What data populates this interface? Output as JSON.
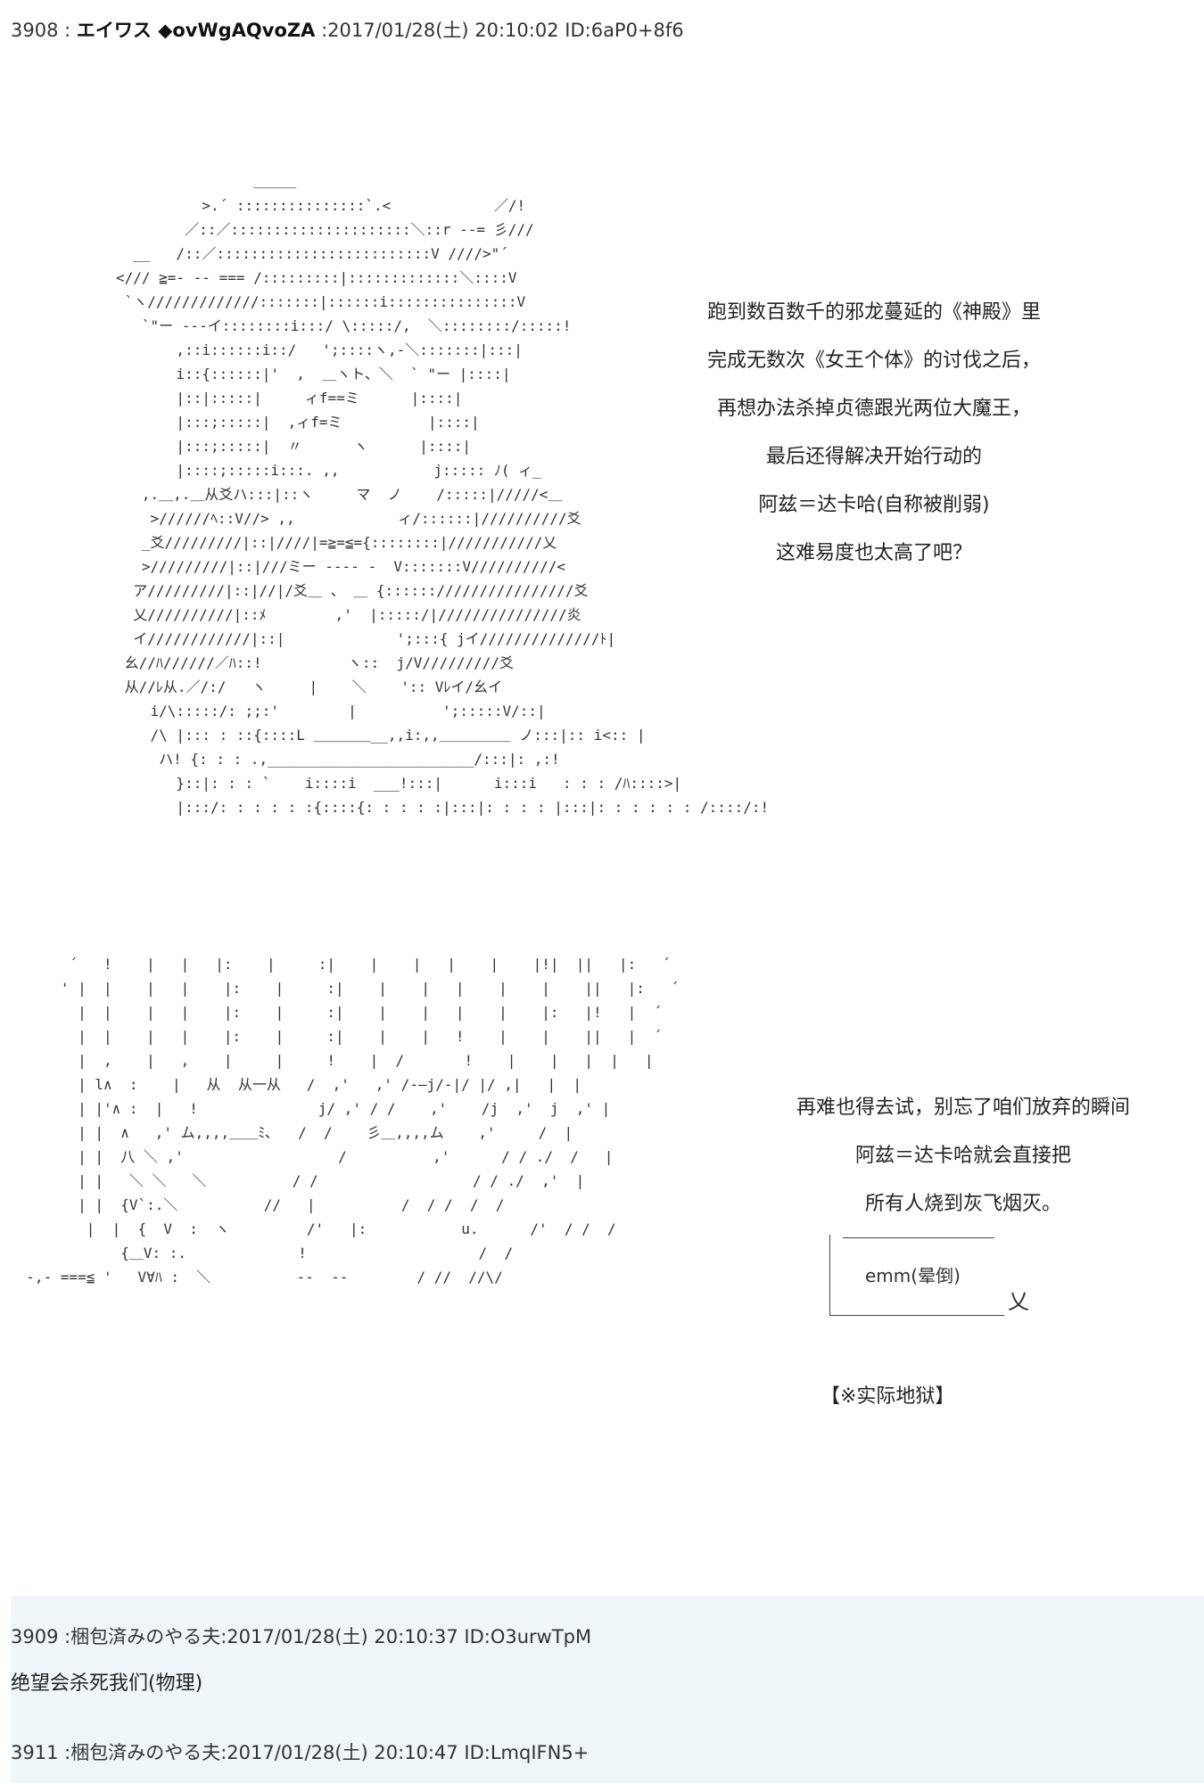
{
  "posts": [
    {
      "number": "3908",
      "name": "エイワス ◆ovWgAQvoZA",
      "datetime": "2017/01/28(土) 20:10:02",
      "id": "ID:6aP0+8f6"
    },
    {
      "number": "3909",
      "name": "梱包済みのやる夫",
      "datetime": "2017/01/28(土) 20:10:37",
      "id": "ID:O3urwTpM",
      "body": "绝望会杀死我们(物理)"
    },
    {
      "number": "3911",
      "name": "梱包済みのやる夫",
      "datetime": "2017/01/28(土) 20:10:47",
      "id": "ID:LmqIFN5+"
    }
  ],
  "dialog_1": [
    "跑到数百数千的邪龙蔓延的《神殿》里",
    "完成无数次《女王个体》的讨伐之后，",
    "再想办法杀掉贞德跟光两位大魔王，",
    "最后还得解决开始行动的",
    "阿兹＝达卡哈(自称被削弱)",
    "这难易度也太高了吧？"
  ],
  "dialog_2": [
    "再难也得去试，别忘了咱们放弃的瞬间",
    "阿兹＝达卡哈就会直接把",
    "所有人烧到灰飞烟灭。"
  ],
  "bubble_text": "emm(晕倒)",
  "bubble_tail": "乂",
  "note": "【※实际地狱】",
  "art_1": "                ＿＿＿\n          >.´ :::::::::::::::`.<            ／/!\n        ／::／:::::::::::::::::::::＼::r --= 彡///\n  __   /::／:::::::::::::::::::::::::V ////>\"´\n</// ≧=- -- === /:::::::::|:::::::::::::＼::::V\n `ヽ/////////////:::::::|::::::i:::::::::::::::V\n   `\"ー ---イ::::::::i:::/ \\:::::/,  ＼::::::::/:::::!\n       ,::i::::::i::/   ';::::ヽ,-＼:::::::|:::|\n       i::{::::::|'  ,  ＿ヽト、＼  ` \"ー |::::|\n       |::|:::::|     ィf==ミ      |::::|\n       |:::;:::::|  ,ィf=ミ          |::::|\n       |:::;:::::|  〃      ヽ      |::::|\n       |::::;:::::i:::. ,,           j::::: ﾉ( ィ_\n   ,.＿,.＿从爻ハ:::|::ヽ     マ  ノ    /:::::|/////<＿\n    >//////ﾍ::V//> ,,            ィ/::::::|//////////爻\n   _爻/////////|::|////|=≧=≦={::::::::|///////////乂\n   >/////////|::|///ミー ---- -  V:::::::V//////////<\n  ア/////////|::|//|/爻＿ 、 ＿ {::::::////////////////爻\n  乂//////////|::ﾒ        ,'  |:::::/|///////////////炎\n  イ////////////|::|             ';:::{ jイ//////////////ﾄ|\n 幺//ﾊ//////／ﾊ::!          ヽ::  j/V/////////爻\n 从//ﾚ从.／/:/   ヽ     |    ＼    ':: Vﾚイ/幺イ\n    i/\\:::::/: ;;:'        |          ';:::::V/::|\n    /\\ |::: : ::{::::L ＿＿＿＿__,,i:,,＿＿＿＿＿ ノ:::|:: i<:: |\n     ハ! {: : : .,________________________/:::|: ,:!\n       }::|: : : `    i::::i  ___!:::|      i:::i   : : : /ﾊ::::>|\n       |:::/: : : : : :{::::{: : : : :|:::|: : : : |:::|: : : : : : /::::/:!",
  "art_2": "       ´   !    |   |   |:    |     :|    |    |   |    |    |!|  ||   |:   ´\n      ' |  |    |   |    |:    |     :|    |    |   |    |    |    ||   |:   ´\n        |  |    |   |    |:    |     :|    |    |   |    |    |:   |!   |  ´\n        |  |    |   |    |:    |     :|    |    |   !    |    |    ||   |  ´\n        |  ,    |   ,    |     |     !    |  /       !    |    |   |  |   |\n        | l∧  :    |   从  从一从   /  ,'   ,' /-―j/-|/ |/ ,|   |  |\n        | |'∧ :  |   !              j/ ,' / /    ,'    /j  ,'  j  ,' |\n        | |  ∧   ,' ム,,,,＿＿ﾐ､   /  /    彡＿,,,,ム    ,'     /  |\n        | |  八 ＼ ,'                  /          ,'      / / ./  /   |\n        | |   ＼ ＼   ＼          / /                  / / ./  ,'  |\n        | |  {V`:.＼          //   |          /  / /  /  /\n         |  |  {  V  :  ヽ         /'   |:           u.      /'  / /  /\n             {＿V: :.             !                    /  /\n  -,- ===≦ '   V∀ﾊ :  ＼          --  --        / //  //\\/"
}
